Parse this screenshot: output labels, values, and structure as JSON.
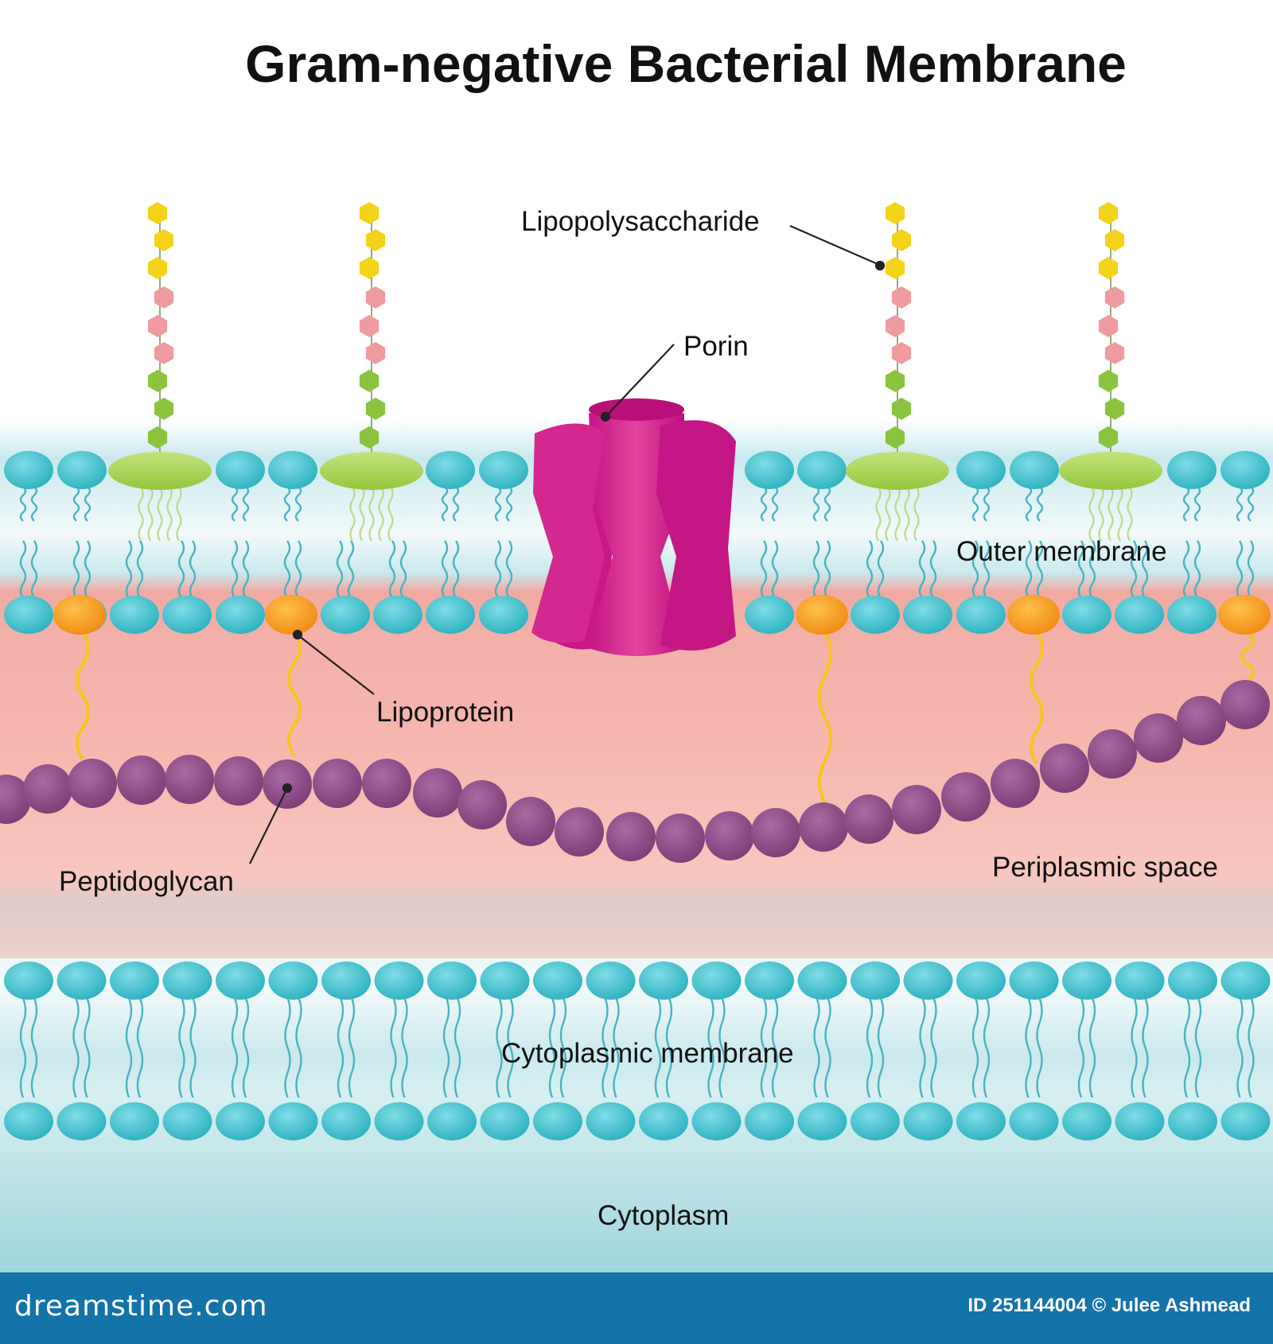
{
  "title": "Gram-negative Bacterial Membrane",
  "labels": {
    "lipopolysaccharide": "Lipopolysaccharide",
    "porin": "Porin",
    "outer_membrane": "Outer membrane",
    "lipoprotein": "Lipoprotein",
    "peptidoglycan": "Peptidoglycan",
    "periplasmic_space": "Periplasmic space",
    "cytoplasmic_membrane": "Cytoplasmic membrane",
    "cytoplasm": "Cytoplasm"
  },
  "footer": {
    "logo": "dreamstime.com",
    "id_text": "ID 251144004 © Julee Ashmead"
  },
  "colors": {
    "phospholipid_head": "#3fbfcc",
    "lipid_tail": "#49b3c1",
    "lps_anchor": "#a4d34a",
    "sugar_yellow": "#f3d31a",
    "sugar_pink": "#ef9ba0",
    "sugar_green": "#8ac43f",
    "porin": "#cf1f8c",
    "lipoprotein_head": "#f59a1e",
    "lipoprotein_chain": "#f7c51c",
    "peptidoglycan": "#8d4a87",
    "periplasm": "#f1aaa2",
    "membrane_band": "#cdebee",
    "cytoplasm": "#a4d9de",
    "footer_bar": "#1473a8"
  }
}
